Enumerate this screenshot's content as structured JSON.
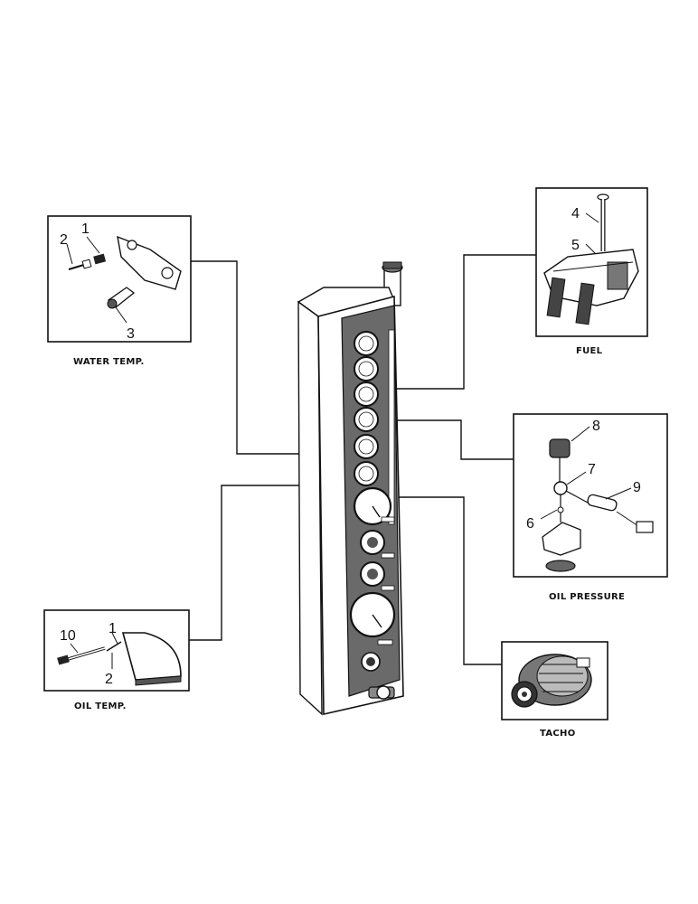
{
  "diagram": {
    "colors": {
      "ink": "#111111",
      "paper": "#ffffff",
      "shade": "#555555"
    },
    "panels": {
      "water_temp": {
        "caption": "WATER TEMP.",
        "callouts": [
          "1",
          "2",
          "3"
        ]
      },
      "fuel": {
        "caption": "FUEL",
        "callouts": [
          "4",
          "5"
        ]
      },
      "oil_pressure": {
        "caption": "OIL PRESSURE",
        "callouts": [
          "8",
          "7",
          "9",
          "6"
        ]
      },
      "oil_temp": {
        "caption": "OIL TEMP.",
        "callouts": [
          "10",
          "1",
          "2"
        ]
      },
      "tacho": {
        "caption": "TACHO",
        "callouts": []
      }
    }
  }
}
